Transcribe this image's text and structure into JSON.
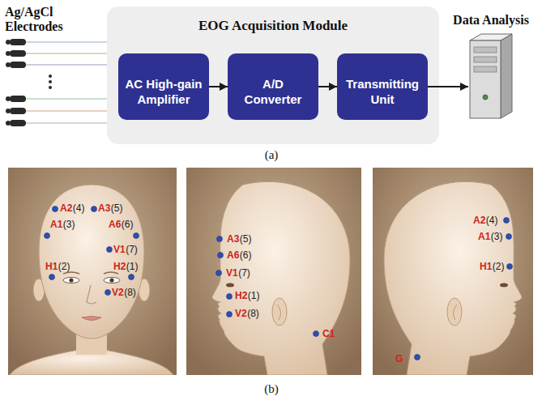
{
  "diagram": {
    "nodes": [
      {
        "text": [
          "EOG Acquisition Module"
        ]
      },
      {
        "text": [
          "AC High-gain Amplifier"
        ],
        "in": 0
      },
      {
        "text": [
          "A/D Converter"
        ],
        "in": 0
      },
      {
        "text": [
          "Transmitting Unit"
        ],
        "in": 0
      },
      {
        "text": [
          "Data Analysis"
        ]
      }
    ],
    "edges": [
      {
        "from": 1,
        "to": 2,
        "arrow": "to"
      },
      {
        "from": 2,
        "to": 3,
        "arrow": "to"
      },
      {
        "from": 3,
        "to": 4,
        "arrow": "to"
      }
    ],
    "labels": [
      "Ag/AgCl Electrodes",
      "(a)",
      "(b)",
      "A1",
      "(3)",
      "A2",
      "(4)",
      "A3",
      "(5)",
      "A6",
      "(6)",
      "V1",
      "(7)",
      "H1",
      "(2)",
      "H2",
      "(1)",
      "V2",
      "(8)",
      "A3",
      "(5)",
      "A6",
      "(6)",
      "V1",
      "(7)",
      "H2",
      "(1)",
      "V2",
      "(8)",
      "C1",
      "A2",
      "(4)",
      "A1",
      "(3)",
      "H1",
      "(2)",
      "G"
    ]
  }
}
